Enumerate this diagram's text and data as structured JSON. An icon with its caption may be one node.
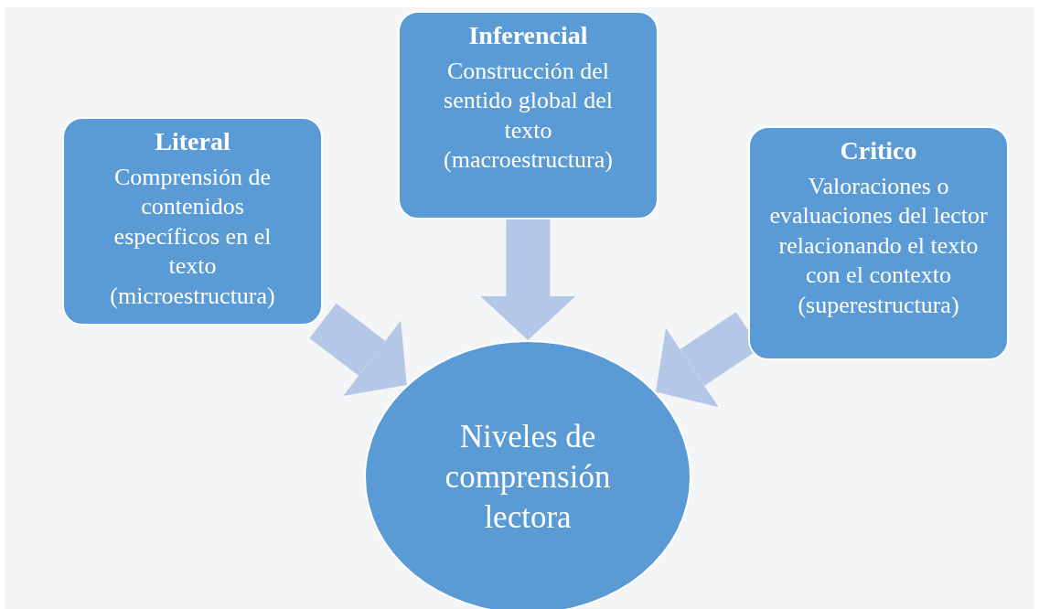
{
  "diagram": {
    "nodes": [
      {
        "text": [
          "Literal",
          "Comprensión de contenidos específicos en el texto (microestructura)"
        ]
      },
      {
        "text": [
          "Inferencial",
          "Construcción del sentido global del texto (macroestructura)"
        ]
      },
      {
        "text": [
          "Critico",
          "Valoraciones o evaluaciones del lector relacionando el texto con el contexto (superestructura)"
        ]
      },
      {
        "text": [
          "Niveles de comprensión lectora"
        ]
      }
    ],
    "edges": [
      {
        "from": 0,
        "to": 3,
        "arrow": "to"
      },
      {
        "from": 1,
        "to": 3,
        "arrow": "to"
      },
      {
        "from": 2,
        "to": 3,
        "arrow": "to"
      }
    ]
  }
}
